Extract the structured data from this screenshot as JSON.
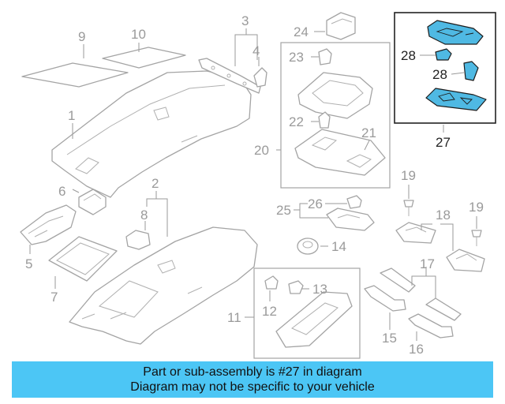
{
  "callouts": {
    "c1": "1",
    "c2": "2",
    "c3": "3",
    "c4": "4",
    "c5": "5",
    "c6": "6",
    "c7": "7",
    "c8": "8",
    "c9": "9",
    "c10": "10",
    "c11": "11",
    "c12": "12",
    "c13": "13",
    "c14": "14",
    "c15": "15",
    "c16": "16",
    "c17": "17",
    "c18": "18",
    "c19a": "19",
    "c19b": "19",
    "c20": "20",
    "c21": "21",
    "c22": "22",
    "c23": "23",
    "c24": "24",
    "c25": "25",
    "c26": "26",
    "c27": "27",
    "c28a": "28",
    "c28b": "28"
  },
  "highlight": {
    "part": "27",
    "color": "#4fb9e3"
  },
  "banner": {
    "line1": "Part or sub-assembly is #27 in diagram",
    "line2": "Diagram may not be specific to your vehicle",
    "color": "#4cc6f5"
  }
}
